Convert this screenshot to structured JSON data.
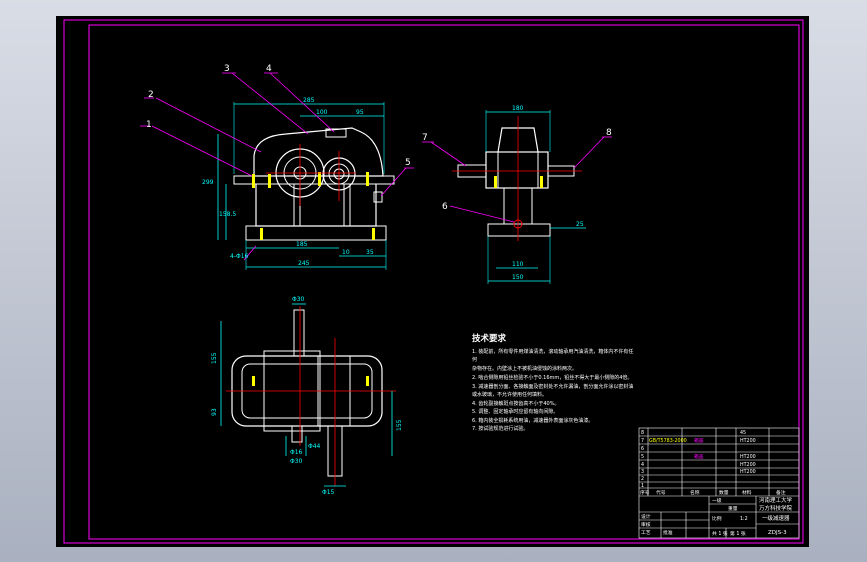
{
  "colors": {
    "background": "#000000",
    "frame": "#ff00ff",
    "outline": "#ffffff",
    "centerline": "#ff0000",
    "dimension": "#00ffff",
    "leader": "#ff00ff",
    "bolt": "#ffff00"
  },
  "front_view": {
    "balloons": [
      "1",
      "2",
      "3",
      "4",
      "5"
    ],
    "dims": {
      "overall_top": "285",
      "half_left": "100",
      "half_right": "95",
      "height_left": "299",
      "height_small": "158.5",
      "base_mid": "185",
      "base_a": "10",
      "base_b": "35",
      "base_total": "245",
      "foot": "4-Φ16"
    }
  },
  "side_view": {
    "balloons": [
      "7",
      "8",
      "6"
    ],
    "dims": {
      "top": "180",
      "bottom_inner": "110",
      "bottom_outer": "150",
      "right": "25"
    }
  },
  "top_view": {
    "dims": {
      "shaft_top": "Φ30",
      "left_top": "155",
      "left_mid": "93",
      "right_mid": "155",
      "shaft_b1": "Φ30",
      "shaft_b2": "Φ44",
      "shaft_b3": "Φ16",
      "shaft_bottom": "Φ15"
    }
  },
  "notes": {
    "title": "技术要求",
    "lines": [
      "1. 装配前，所有零件用煤油清洗，滚动轴承用汽油清洗，箱体内不许有任",
      "    何",
      "    杂物存在。内壁涂上不被机油侵蚀的涂料两次。",
      "2. 啮合侧隙用铅丝检验不小于0.16mm，铅丝不得大于最小侧隙的4倍。",
      "3. 减速器剖分面、各接触面及密封处不允许漏油，剖分面允许涂以密封油",
      "    或水玻璃，不允许使用任何填料。",
      "4. 齿轮副接触斑点按齿高不小于40%。",
      "5. 调整、固定轴承时应留有轴向间隙。",
      "6. 箱内装全损耗系统用油，减速器外表面涂灰色油漆。",
      "7. 按试验规范进行试验。"
    ]
  },
  "title_block": {
    "school": "河南理工大学",
    "dept": "万方科技学院",
    "drawing_name": "一级减速器",
    "drawing_no": "ZDJS-3",
    "scale_label": "比例",
    "scale": "1:2",
    "sheet_a": "共 1 张",
    "sheet_b": "第 1 张",
    "parts_header": [
      "序号",
      "代号",
      "名称",
      "数量",
      "材料",
      "备注"
    ],
    "part_rows": [
      "8",
      "7",
      "6",
      "5",
      "4",
      "3",
      "2",
      "1"
    ],
    "part_names": [
      "",
      "箱座",
      "",
      "箱盖",
      "",
      "",
      "",
      ""
    ],
    "part_materials": [
      "45",
      "HT200",
      "",
      "HT200",
      "HT200",
      "HT200",
      "",
      ""
    ],
    "code_cell": "GB/T5783-2000",
    "sign_labels": [
      "设计",
      "审核",
      "工艺",
      "批准"
    ],
    "mid_labels": [
      "一级",
      "重量",
      "比例"
    ]
  }
}
